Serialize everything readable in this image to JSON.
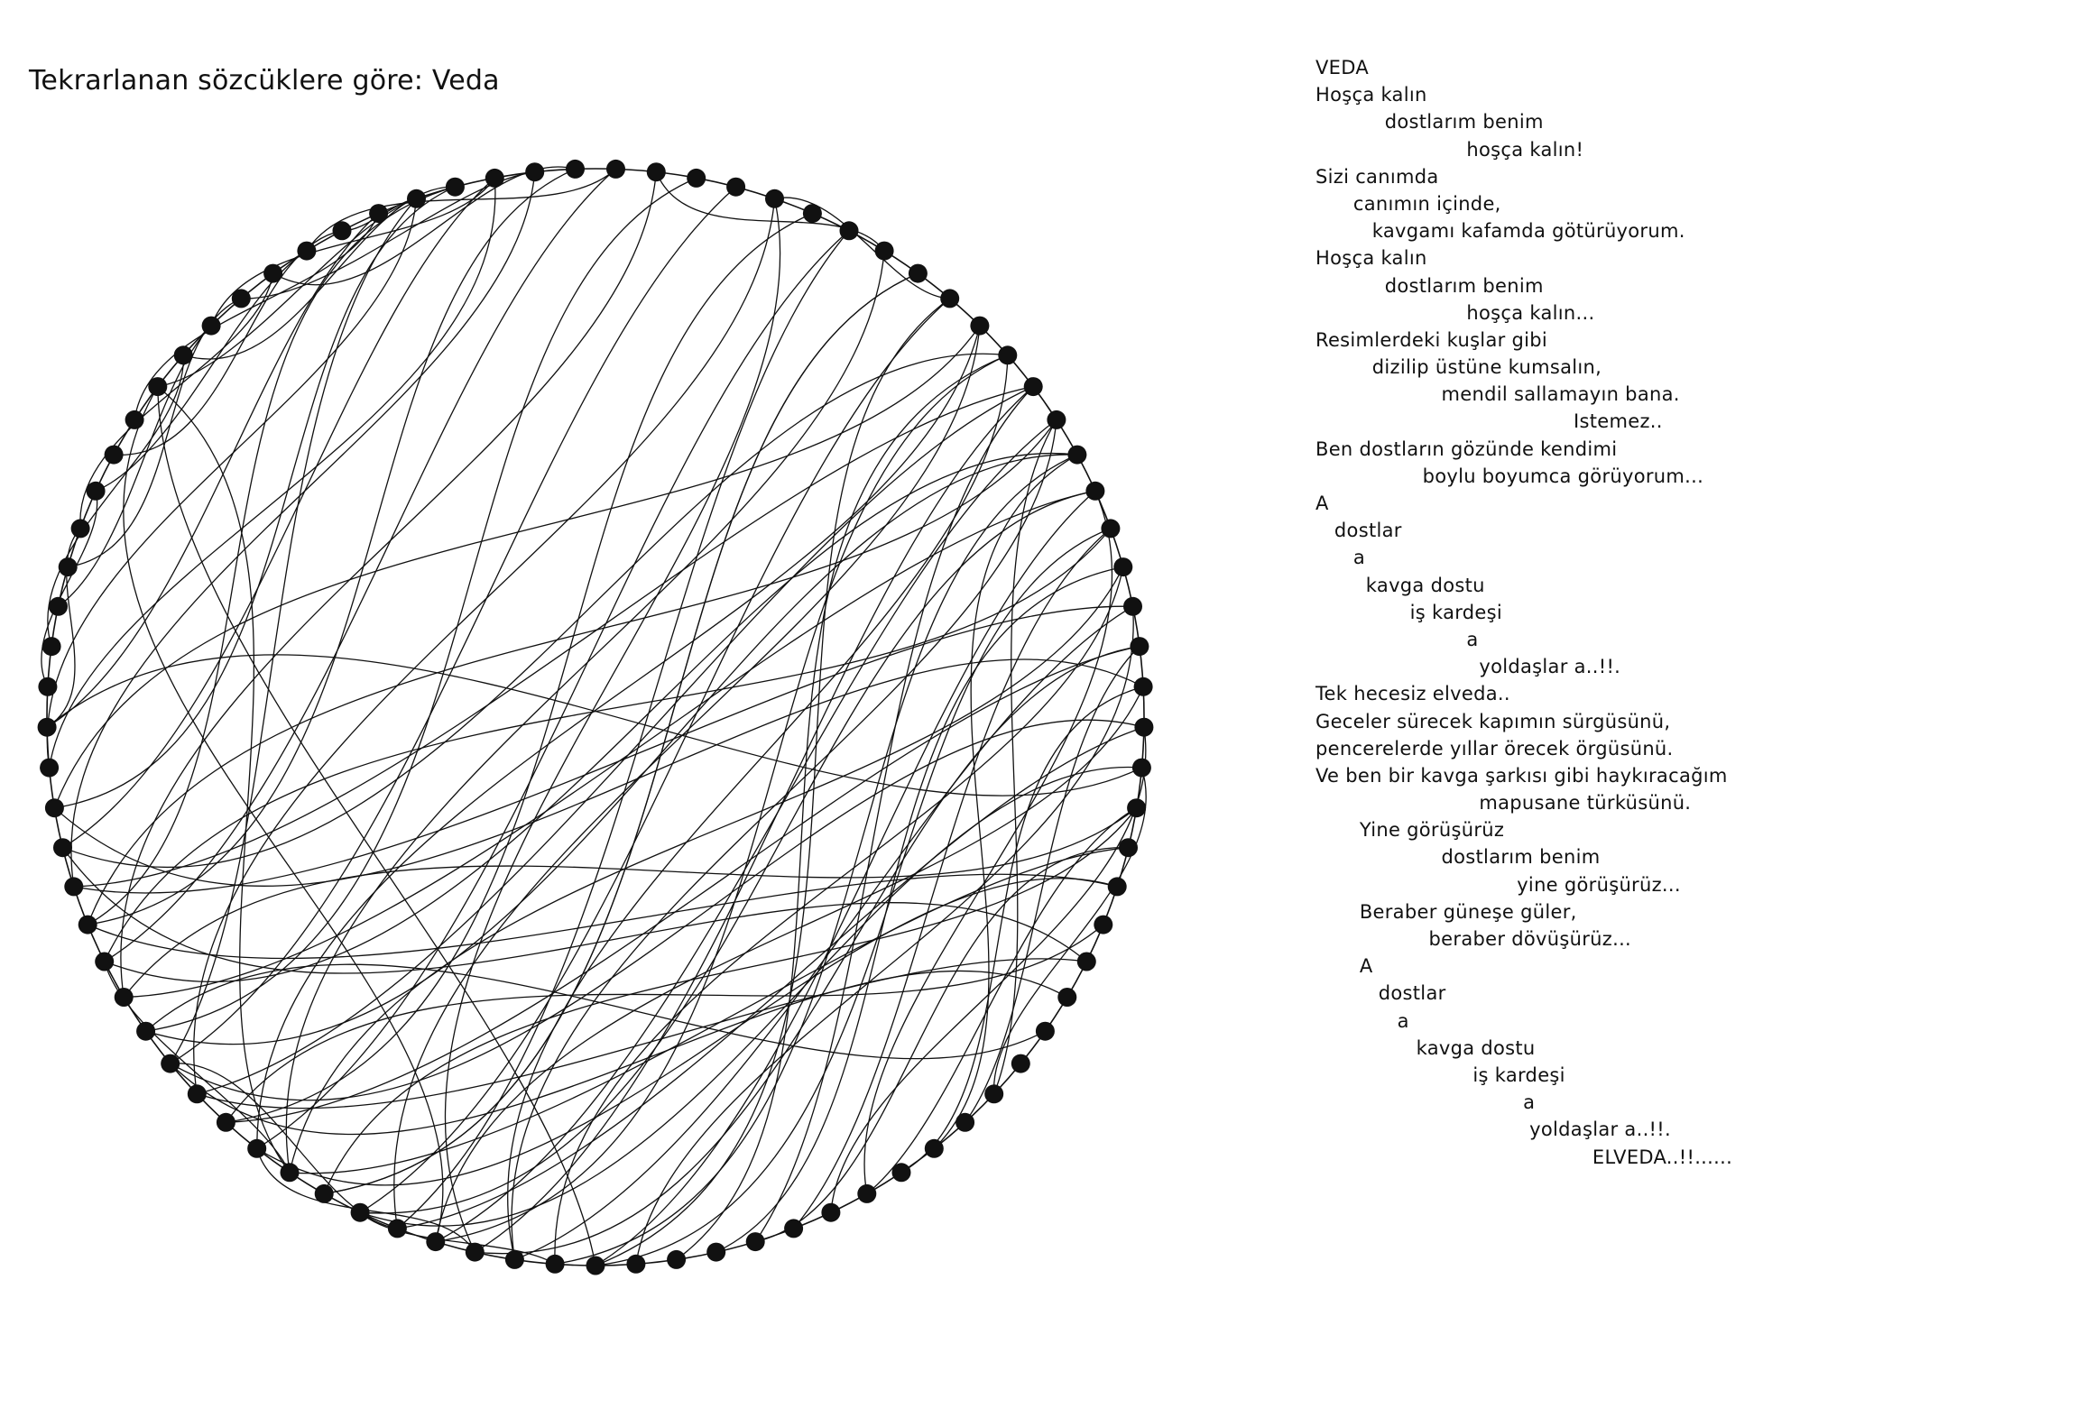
{
  "title": "Tekrarlanan sözcüklere göre: Veda",
  "colors": {
    "ink": "#111111",
    "background": "#ffffff"
  },
  "network": {
    "layout": "circle",
    "node_count": 85,
    "node_color": "#111111",
    "edge_color": "#111111",
    "edges": [
      [
        0,
        59
      ],
      [
        1,
        60
      ],
      [
        2,
        61
      ],
      [
        3,
        62
      ],
      [
        4,
        63
      ],
      [
        5,
        64
      ],
      [
        6,
        65
      ],
      [
        7,
        66
      ],
      [
        8,
        67
      ],
      [
        9,
        68
      ],
      [
        10,
        69
      ],
      [
        11,
        70
      ],
      [
        12,
        71
      ],
      [
        13,
        72
      ],
      [
        14,
        58
      ],
      [
        15,
        57
      ],
      [
        16,
        56
      ],
      [
        17,
        55
      ],
      [
        18,
        54
      ],
      [
        19,
        53
      ],
      [
        0,
        58
      ],
      [
        1,
        57
      ],
      [
        2,
        56
      ],
      [
        3,
        55
      ],
      [
        4,
        54
      ],
      [
        5,
        53
      ],
      [
        6,
        52
      ],
      [
        7,
        51
      ],
      [
        8,
        50
      ],
      [
        9,
        49
      ],
      [
        10,
        48
      ],
      [
        11,
        47
      ],
      [
        12,
        46
      ],
      [
        13,
        45
      ],
      [
        14,
        44
      ],
      [
        15,
        43
      ],
      [
        16,
        42
      ],
      [
        17,
        41
      ],
      [
        18,
        40
      ],
      [
        19,
        39
      ],
      [
        20,
        38
      ],
      [
        21,
        37
      ],
      [
        0,
        52
      ],
      [
        2,
        54
      ],
      [
        4,
        56
      ],
      [
        6,
        58
      ],
      [
        8,
        60
      ],
      [
        10,
        62
      ],
      [
        12,
        64
      ],
      [
        14,
        66
      ],
      [
        16,
        68
      ],
      [
        18,
        70
      ],
      [
        3,
        47
      ],
      [
        5,
        49
      ],
      [
        7,
        51
      ],
      [
        9,
        53
      ],
      [
        11,
        55
      ],
      [
        13,
        57
      ],
      [
        15,
        59
      ],
      [
        17,
        61
      ],
      [
        19,
        63
      ],
      [
        21,
        65
      ],
      [
        56,
        74
      ],
      [
        57,
        76
      ],
      [
        58,
        78
      ],
      [
        59,
        80
      ],
      [
        60,
        82
      ],
      [
        61,
        84
      ],
      [
        62,
        75
      ],
      [
        63,
        77
      ],
      [
        64,
        79
      ],
      [
        55,
        81
      ],
      [
        54,
        83
      ],
      [
        65,
        74
      ],
      [
        66,
        78
      ],
      [
        67,
        81
      ],
      [
        23,
        31
      ],
      [
        24,
        32
      ],
      [
        25,
        33
      ],
      [
        26,
        34
      ],
      [
        27,
        35
      ],
      [
        28,
        36
      ],
      [
        29,
        37
      ],
      [
        30,
        38
      ],
      [
        31,
        39
      ],
      [
        32,
        40
      ],
      [
        33,
        41
      ],
      [
        34,
        42
      ],
      [
        35,
        43
      ],
      [
        30,
        0
      ],
      [
        30,
        4
      ],
      [
        30,
        8
      ],
      [
        38,
        12
      ],
      [
        39,
        16
      ],
      [
        40,
        20
      ],
      [
        6,
        1
      ],
      [
        9,
        3
      ],
      [
        12,
        5
      ],
      [
        15,
        8
      ],
      [
        21,
        26
      ],
      [
        22,
        27
      ],
      [
        36,
        38
      ],
      [
        44,
        50
      ],
      [
        47,
        52
      ]
    ]
  },
  "poem": [
    "VEDA",
    "Hoşça kalın",
    "           dostlarım benim",
    "                        hoşça kalın!",
    "Sizi canımda",
    "      canımın içinde,",
    "         kavgamı kafamda götürüyorum.",
    "Hoşça kalın",
    "           dostlarım benim",
    "                        hoşça kalın...",
    "Resimlerdeki kuşlar gibi",
    "         dizilip üstüne kumsalın,",
    "                    mendil sallamayın bana.",
    "                                         Istemez..",
    "Ben dostların gözünde kendimi",
    "                 boylu boyumca görüyorum...",
    "A",
    "   dostlar",
    "      a",
    "        kavga dostu",
    "               iş kardeşi",
    "                        a",
    "                          yoldaşlar a..!!.",
    "Tek hecesiz elveda..",
    "Geceler sürecek kapımın sürgüsünü,",
    "pencerelerde yıllar örecek örgüsünü.",
    "Ve ben bir kavga şarkısı gibi haykıracağım",
    "                          mapusane türküsünü.",
    "       Yine görüşürüz",
    "                    dostlarım benim",
    "                                yine görüşürüz...",
    "       Beraber güneşe güler,",
    "                  beraber dövüşürüz...",
    "       A",
    "          dostlar",
    "             a",
    "                kavga dostu",
    "                         iş kardeşi",
    "                                 a",
    "                                  yoldaşlar a..!!.",
    "                                            ELVEDA..!!......"
  ]
}
